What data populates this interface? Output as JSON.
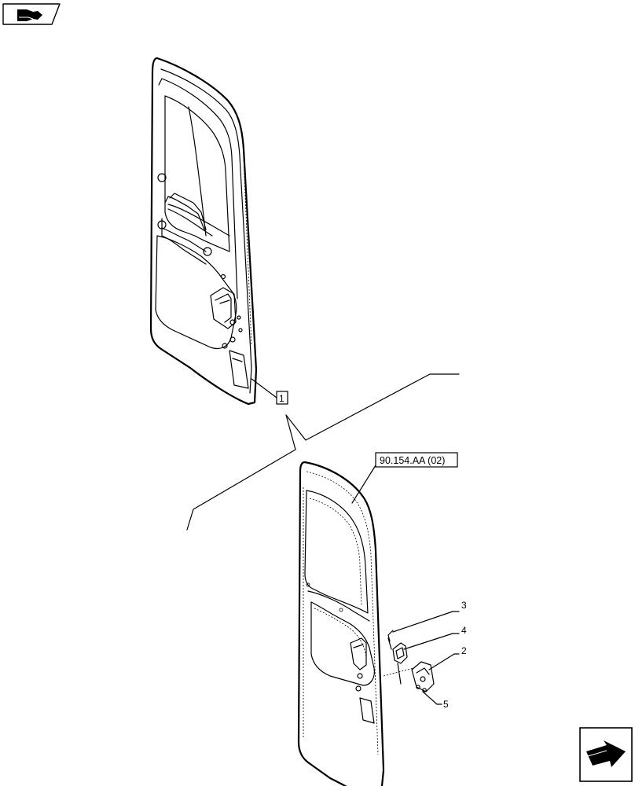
{
  "header": {
    "nav_icon": "book-with-arrow-icon"
  },
  "footer": {
    "nav_icon": "next-page-arrow-icon"
  },
  "callouts": {
    "item_1": "1",
    "item_2": "2",
    "item_3": "3",
    "item_4": "4",
    "item_5": "5",
    "reference": "90.154.AA (02)"
  }
}
